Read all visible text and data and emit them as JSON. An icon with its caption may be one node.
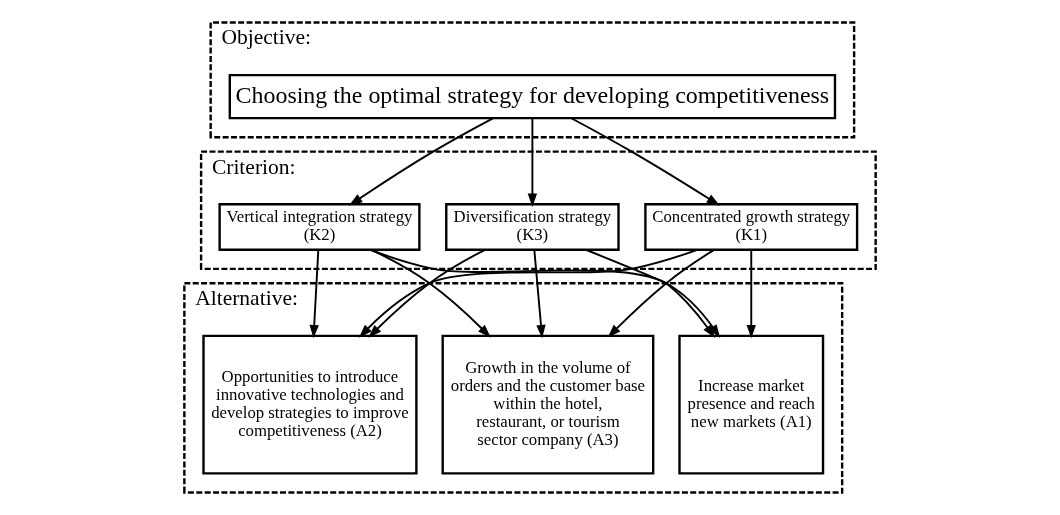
{
  "diagram": {
    "nodes": [
      {
        "text": [
          "Objective:"
        ]
      },
      {
        "text": [
          "Choosing the optimal strategy for developing competitiveness"
        ],
        "in": 0
      },
      {
        "text": [
          "Criterion:"
        ]
      },
      {
        "text": [
          "Concentrated growth strategy (K1)"
        ],
        "in": 2
      },
      {
        "text": [
          "Vertical integration strategy (K2)"
        ],
        "in": 2
      },
      {
        "text": [
          "Diversification strategy (K3)"
        ],
        "in": 2
      },
      {
        "text": [
          "Alternative:"
        ]
      },
      {
        "text": [
          "Increase market presence and reach new markets (A1)"
        ],
        "in": 6
      },
      {
        "text": [
          "Opportunities to introduce innovative technologies and develop strategies to improve competitiveness (A2)"
        ],
        "in": 6
      },
      {
        "text": [
          "Growth in the volume of orders and the customer base within the hotel, restaurant, or tourism sector company (A3)"
        ],
        "in": 6
      }
    ],
    "edges": [
      {
        "from": 1,
        "to": 3,
        "arrow": "to"
      },
      {
        "from": 1,
        "to": 4,
        "arrow": "to"
      },
      {
        "from": 1,
        "to": 5,
        "arrow": "to"
      },
      {
        "from": 3,
        "to": 7,
        "arrow": "to"
      },
      {
        "from": 3,
        "to": 8,
        "arrow": "to"
      },
      {
        "from": 3,
        "to": 9,
        "arrow": "to"
      },
      {
        "from": 4,
        "to": 7,
        "arrow": "to"
      },
      {
        "from": 4,
        "to": 8,
        "arrow": "to"
      },
      {
        "from": 4,
        "to": 9,
        "arrow": "to"
      },
      {
        "from": 5,
        "to": 7,
        "arrow": "to"
      },
      {
        "from": 5,
        "to": 8,
        "arrow": "to"
      },
      {
        "from": 5,
        "to": 9,
        "arrow": "to"
      }
    ]
  }
}
